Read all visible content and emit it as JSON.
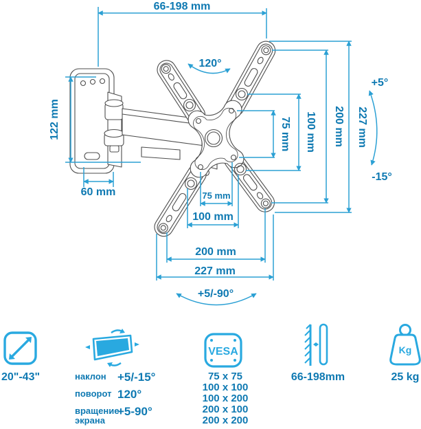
{
  "colors": {
    "dim_line": "#2ba0d4",
    "dim_text": "#0e79b2",
    "art_line": "#4d4d4d",
    "icon_blue": "#29a9e0"
  },
  "diagram": {
    "extension_range": "66-198 mm",
    "plate_height": "122 mm",
    "plate_width": "60 mm",
    "swivel_angle": "120°",
    "tilt_up": "+5°",
    "tilt_down": "-15°",
    "vesa_v75": "75 mm",
    "vesa_v100": "100 mm",
    "vesa_v200": "200 mm",
    "vesa_v227": "227 mm",
    "vesa_h75": "75 mm",
    "vesa_h100": "100 mm",
    "vesa_h200": "200 mm",
    "vesa_h227": "227 mm",
    "rotation_range": "+5/-90°"
  },
  "specs": {
    "screen_size": "20\"-43\"",
    "movement": {
      "rows": [
        {
          "name": "наклон",
          "value": "+5/-15°"
        },
        {
          "name": "поворот",
          "value": "120°"
        },
        {
          "name": "вращение экрана",
          "value": "+5-90°"
        }
      ]
    },
    "vesa": {
      "icon_label": "VESA",
      "sizes": [
        "75 x 75",
        "100 x 100",
        "100 x 200",
        "200 x 100",
        "200 x 200"
      ]
    },
    "wall_distance": "66-198mm",
    "weight": {
      "icon_label": "Kg",
      "value": "25 kg"
    }
  }
}
